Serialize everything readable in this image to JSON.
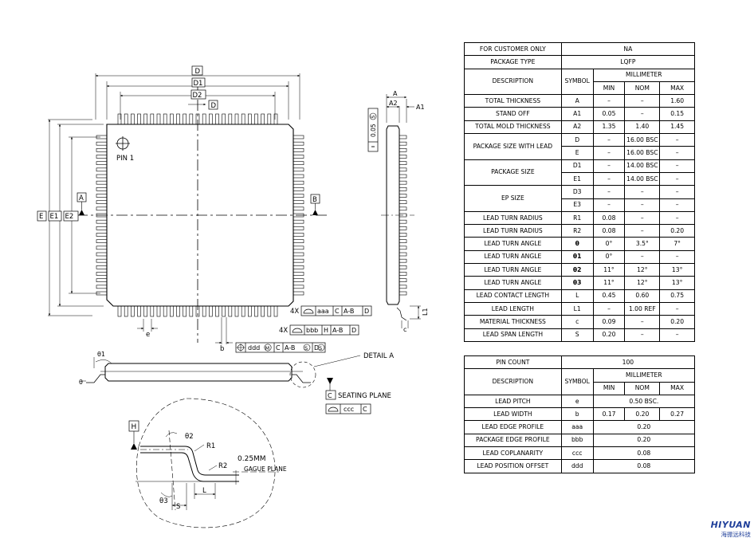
{
  "drawing": {
    "top_view": {
      "dim_D": "D",
      "dim_D1": "D1",
      "dim_D2": "D2",
      "dim_D3": "D",
      "dim_E": "E",
      "dim_E1": "E1",
      "dim_E2": "E2",
      "pin1_label": "PIN 1",
      "datum_A": "A",
      "datum_B": "B",
      "lead_e": "e",
      "lead_b": "b",
      "fcf_aaa_count": "4X",
      "fcf_aaa_tol": "aaa",
      "fcf_aaa_d1": "C",
      "fcf_aaa_d2": "A-B",
      "fcf_aaa_d3": "D",
      "fcf_bbb_count": "4X",
      "fcf_bbb_tol": "bbb",
      "fcf_bbb_d1": "H",
      "fcf_bbb_d2": "A-B",
      "fcf_bbb_d3": "D",
      "fcf_ddd_tol": "ddd",
      "fcf_ddd_m": "M",
      "fcf_ddd_d1": "C",
      "fcf_ddd_d2": "A-B",
      "fcf_ddd_s1": "S",
      "fcf_ddd_d3": "D",
      "fcf_ddd_s2": "S"
    },
    "side_view": {
      "dim_A": "A",
      "dim_A2": "A2",
      "dim_A1": "A1",
      "dim_L1": "L1",
      "dim_c": "c",
      "flat_tol": "0.05",
      "flat_mod": "S"
    },
    "front_view": {
      "theta1": "θ1",
      "theta": "θ",
      "detail": "DETAIL A",
      "seating_datum": "C",
      "seating_plane": "SEATING PLANE",
      "ccc_tol": "ccc",
      "ccc_datum": "C"
    },
    "detail_view": {
      "datum_H": "H",
      "theta2": "θ2",
      "R1": "R1",
      "R2": "R2",
      "gauge": "0.25MM",
      "gauge_plane": "GAGUE PLANE",
      "theta3": "θ3",
      "S": "S",
      "L": "L"
    }
  },
  "spec_table": {
    "customer_label": "FOR CUSTOMER ONLY",
    "customer_value": "NA",
    "package_type_label": "PACKAGE TYPE",
    "package_type_value": "LQFP",
    "description_label": "DESCRIPTION",
    "symbol_label": "SYMBOL",
    "unit_label": "MILLIMETER",
    "min_label": "MIN",
    "nom_label": "NOM",
    "max_label": "MAX",
    "rows": [
      {
        "desc": "TOTAL THICKNESS",
        "sym": "A",
        "min": "–",
        "nom": "–",
        "max": "1.60"
      },
      {
        "desc": "STAND OFF",
        "sym": "A1",
        "min": "0.05",
        "nom": "–",
        "max": "0.15"
      },
      {
        "desc": "TOTAL MOLD THICKNESS",
        "sym": "A2",
        "min": "1.35",
        "nom": "1.40",
        "max": "1.45"
      },
      {
        "desc": "PACKAGE SIZE WITH LEAD",
        "sym": "D",
        "min": "–",
        "nom": "16.00 BSC",
        "max": "–"
      },
      {
        "desc": "",
        "sym": "E",
        "min": "–",
        "nom": "16.00 BSC",
        "max": "–"
      },
      {
        "desc": "PACKAGE SIZE",
        "sym": "D1",
        "min": "–",
        "nom": "14.00 BSC",
        "max": "–"
      },
      {
        "desc": "",
        "sym": "E1",
        "min": "–",
        "nom": "14.00 BSC",
        "max": "–"
      },
      {
        "desc": "EP SIZE",
        "sym": "D3",
        "min": "–",
        "nom": "–",
        "max": "–"
      },
      {
        "desc": "",
        "sym": "E3",
        "min": "–",
        "nom": "–",
        "max": "–"
      },
      {
        "desc": "LEAD TURN RADIUS",
        "sym": "R1",
        "min": "0.08",
        "nom": "–",
        "max": "–"
      },
      {
        "desc": "LEAD TURN RADIUS",
        "sym": "R2",
        "min": "0.08",
        "nom": "–",
        "max": "0.20"
      },
      {
        "desc": "LEAD TURN ANGLE",
        "sym": "θ",
        "min": "0°",
        "nom": "3.5°",
        "max": "7°"
      },
      {
        "desc": "LEAD TURN ANGLE",
        "sym": "θ1",
        "min": "0°",
        "nom": "–",
        "max": "–"
      },
      {
        "desc": "LEAD TURN ANGLE",
        "sym": "θ2",
        "min": "11°",
        "nom": "12°",
        "max": "13°"
      },
      {
        "desc": "LEAD TURN ANGLE",
        "sym": "θ3",
        "min": "11°",
        "nom": "12°",
        "max": "13°"
      },
      {
        "desc": "LEAD CONTACT LENGTH",
        "sym": "L",
        "min": "0.45",
        "nom": "0.60",
        "max": "0.75"
      },
      {
        "desc": "LEAD LENGTH",
        "sym": "L1",
        "min": "–",
        "nom": "1.00 REF",
        "max": "–"
      },
      {
        "desc": "MATERIAL THICKNESS",
        "sym": "c",
        "min": "0.09",
        "nom": "–",
        "max": "0.20"
      },
      {
        "desc": "LEAD SPAN LENGTH",
        "sym": "S",
        "min": "0.20",
        "nom": "–",
        "max": "–"
      }
    ]
  },
  "pin_table": {
    "pin_count_label": "PIN COUNT",
    "pin_count_value": "100",
    "description_label": "DESCRIPTION",
    "symbol_label": "SYMBOL",
    "unit_label": "MILLIMETER",
    "min_label": "MIN",
    "nom_label": "NOM",
    "max_label": "MAX",
    "lead_pitch": {
      "desc": "LEAD PITCH",
      "sym": "e",
      "value": "0.50 BSC."
    },
    "lead_width": {
      "desc": "LEAD WIDTH",
      "sym": "b",
      "min": "0.17",
      "nom": "0.20",
      "max": "0.27"
    },
    "tolerances": [
      {
        "desc": "LEAD EDGE PROFILE",
        "sym": "aaa",
        "value": "0.20"
      },
      {
        "desc": "PACKAGE EDGE PROFILE",
        "sym": "bbb",
        "value": "0.20"
      },
      {
        "desc": "LEAD COPLANARITY",
        "sym": "ccc",
        "value": "0.08"
      },
      {
        "desc": "LEAD POSITION OFFSET",
        "sym": "ddd",
        "value": "0.08"
      }
    ]
  },
  "logo": {
    "brand": "HIYUAN",
    "chinese": "海振远科技"
  }
}
